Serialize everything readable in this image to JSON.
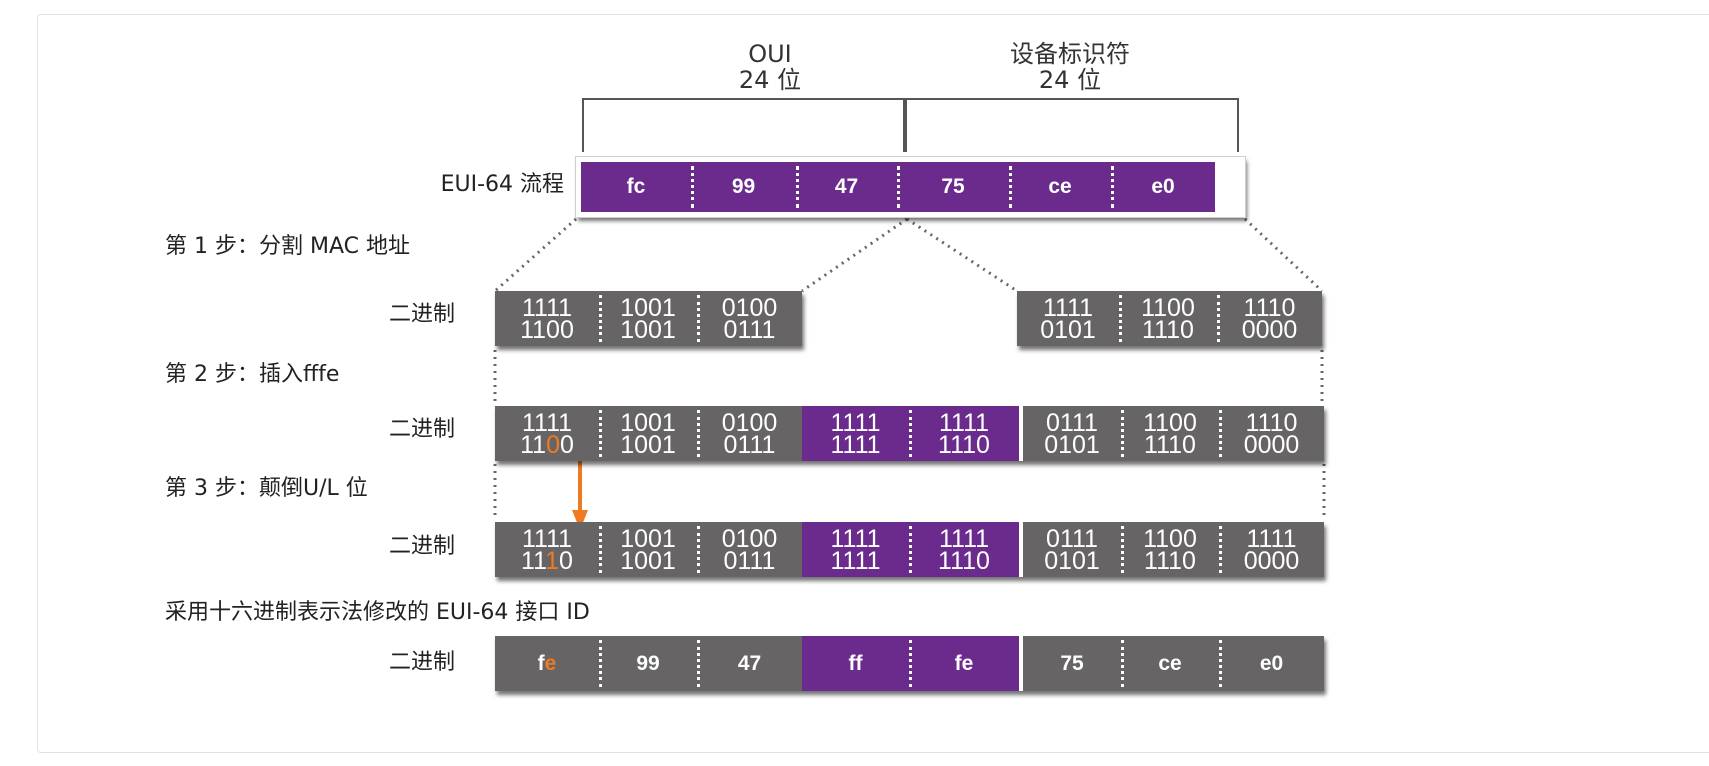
{
  "header": {
    "oui_title": "OUI",
    "oui_bits": "24 位",
    "device_title": "设备标识符",
    "device_bits": "24 位"
  },
  "rows": {
    "eui_label": "EUI-64 流程",
    "step1": "第 1 步：分割 MAC 地址",
    "step2": "第 2 步：插入fffe",
    "step3": "第 3 步：颠倒U/L 位",
    "final": "采用十六进制表示法修改的 EUI-64 接口 ID",
    "binary": "二进制"
  },
  "mac_hex": [
    "fc",
    "99",
    "47",
    "75",
    "ce",
    "e0"
  ],
  "step1_left": [
    [
      "1111",
      "1100"
    ],
    [
      "1001",
      "1001"
    ],
    [
      "0100",
      "0111"
    ]
  ],
  "step1_right": [
    [
      "1111",
      "0101"
    ],
    [
      "1100",
      "1110"
    ],
    [
      "1110",
      "0000"
    ]
  ],
  "step2_bits": {
    "b1_top": "1111",
    "b1_bot_pre": "11",
    "b1_bot_hi": "0",
    "b1_bot_post": "0",
    "b2": [
      "1001",
      "1001"
    ],
    "b3": [
      "0100",
      "0111"
    ],
    "f1": [
      "1111",
      "1111"
    ],
    "f2": [
      "1111",
      "1110"
    ],
    "b4": [
      "0111",
      "0101"
    ],
    "b5": [
      "1100",
      "1110"
    ],
    "b6": [
      "1110",
      "0000"
    ]
  },
  "step3_bits": {
    "b1_top": "1111",
    "b1_bot_pre": "11",
    "b1_bot_hi": "1",
    "b1_bot_post": "0",
    "b2": [
      "1001",
      "1001"
    ],
    "b3": [
      "0100",
      "0111"
    ],
    "f1": [
      "1111",
      "1111"
    ],
    "f2": [
      "1111",
      "1110"
    ],
    "b4": [
      "0111",
      "0101"
    ],
    "b5": [
      "1100",
      "1110"
    ],
    "b6": [
      "1111",
      "0000"
    ]
  },
  "final_hex": {
    "h1_pre": "f",
    "h1_hi": "e",
    "h2": "99",
    "h3": "47",
    "h4": "ff",
    "h5": "fe",
    "h6": "75",
    "h7": "ce",
    "h8": "e0"
  },
  "colors": {
    "purple": "#6a2b8c",
    "gray": "#666464",
    "highlight": "#f07a21",
    "bracket": "#555555",
    "dotted": "#666666"
  }
}
